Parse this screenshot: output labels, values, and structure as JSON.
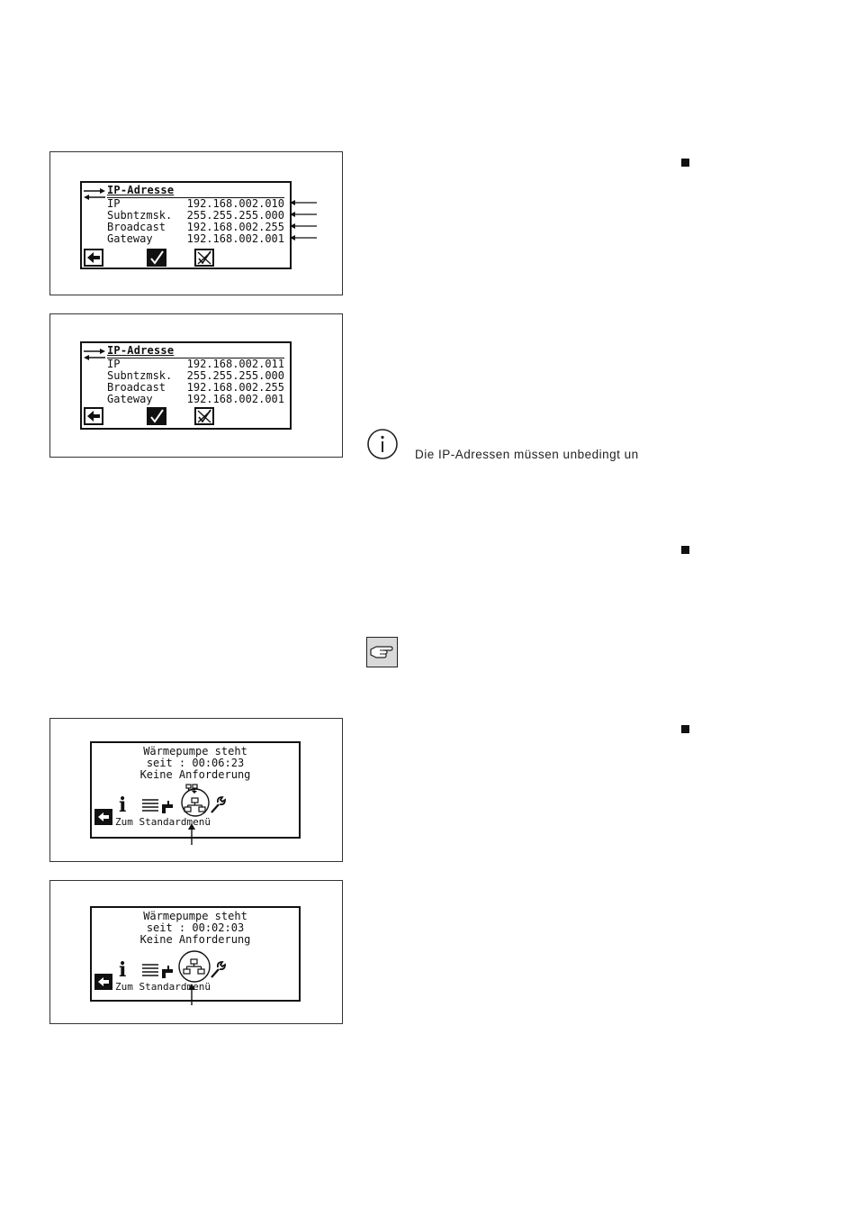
{
  "ip_panels": [
    {
      "title": "IP-Adresse",
      "rows": [
        {
          "label": "IP",
          "value": "192.168.002.010"
        },
        {
          "label": "Subntzmsk.",
          "value": "255.255.255.000"
        },
        {
          "label": "Broadcast",
          "value": "192.168.002.255"
        },
        {
          "label": "Gateway",
          "value": "192.168.002.001"
        }
      ]
    },
    {
      "title": "IP-Adresse",
      "rows": [
        {
          "label": "IP",
          "value": "192.168.002.011"
        },
        {
          "label": "Subntzmsk.",
          "value": "255.255.255.000"
        },
        {
          "label": "Broadcast",
          "value": "192.168.002.255"
        },
        {
          "label": "Gateway",
          "value": "192.168.002.001"
        }
      ]
    }
  ],
  "status_panels": [
    {
      "line1": "Wärmepumpe steht",
      "line2": "seit  :  00:06:23",
      "line3": "Keine  Anforderung",
      "footer": "Zum Standardmenü"
    },
    {
      "line1": "Wärmepumpe steht",
      "line2": "seit  :  00:02:03",
      "line3": "Keine  Anforderung",
      "footer": "Zum Standardmenü"
    }
  ],
  "info_note": {
    "icon": "info-icon",
    "text": "Die IP-Adressen müssen unbedingt un"
  },
  "hint_icon": "pointing-hand-icon",
  "bullets": [
    "square-bullet",
    "square-bullet",
    "square-bullet"
  ]
}
